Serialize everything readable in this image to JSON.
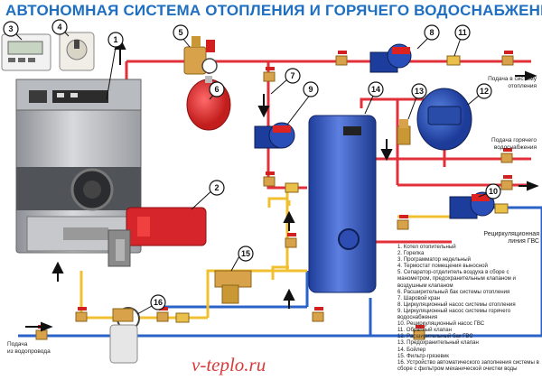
{
  "title": "АВТОНОМНАЯ СИСТЕМА ОТОПЛЕНИЯ И ГОРЯЧЕГО ВОДОСНАБЖЕНИЯ",
  "labels": {
    "heating_supply": [
      "Подача в систему",
      "отопления"
    ],
    "hot_water_supply": [
      "Подача горячего",
      "водоснабжения"
    ],
    "recirculation": [
      "Рециркуляционная",
      "линия ГВС"
    ],
    "water_inlet": [
      "Подача",
      "из водопровода"
    ]
  },
  "markers": [
    "1",
    "2",
    "3",
    "4",
    "5",
    "6",
    "7",
    "8",
    "9",
    "10",
    "11",
    "12",
    "13",
    "14",
    "15",
    "16"
  ],
  "legend": [
    "1. Котел отопительный",
    "2. Горелка",
    "3. Программатор недельный",
    "4. Термостат помещения выносной",
    "5. Сепаратор-отделитель воздуха в сборе с манометром, предохранительным клапаном и воздушным клапаном",
    "6. Расширительный бак системы отопления",
    "7. Шаровой кран",
    "8. Циркуляционный насос системы отопления",
    "9. Циркуляционный насос системы горячего водоснабжения",
    "10. Рециркуляционный насос ГВС",
    "11. Обратный клапан",
    "12. Расширительный бак ГВС",
    "13. Предохранительный клапан",
    "14. Бойлер",
    "15. Фильтр-грязевик",
    "16. Устройство автоматического заполнения системы в сборе с фильтром механической очистки воды"
  ],
  "watermark": "v-teplo.ru",
  "colors": {
    "title": "#1e6fc1",
    "hot_pipe": "#e2303a",
    "cold_pipe": "#2a62c8",
    "yellow_pipe": "#f0c030"
  }
}
